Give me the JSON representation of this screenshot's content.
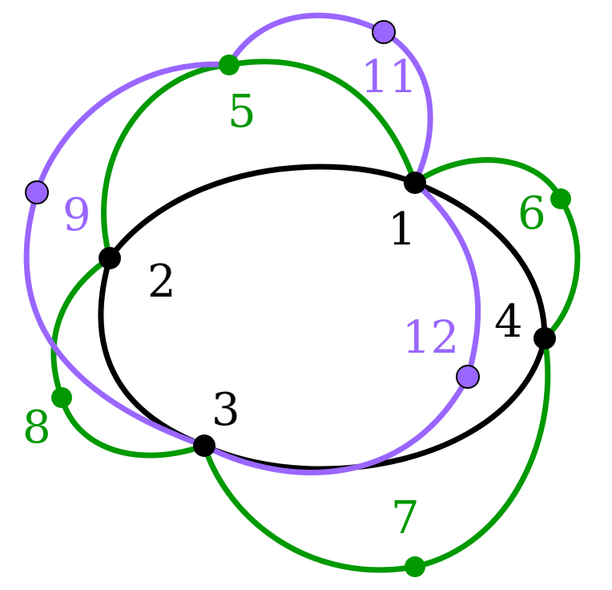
{
  "diagram": {
    "colors": {
      "black": "#000000",
      "green": "#009900",
      "purple": "#9966ff"
    },
    "nodes": [
      {
        "id": "1",
        "label": "1",
        "color": "black"
      },
      {
        "id": "2",
        "label": "2",
        "color": "black"
      },
      {
        "id": "3",
        "label": "3",
        "color": "black"
      },
      {
        "id": "4",
        "label": "4",
        "color": "black"
      },
      {
        "id": "5",
        "label": "5",
        "color": "green"
      },
      {
        "id": "6",
        "label": "6",
        "color": "green"
      },
      {
        "id": "7",
        "label": "7",
        "color": "green"
      },
      {
        "id": "8",
        "label": "8",
        "color": "green"
      },
      {
        "id": "9",
        "label": "9",
        "color": "purple"
      },
      {
        "id": "11",
        "label": "11",
        "color": "purple"
      },
      {
        "id": "12",
        "label": "12",
        "color": "purple"
      }
    ],
    "edges": [
      {
        "from": "1",
        "to": "4",
        "color": "black"
      },
      {
        "from": "4",
        "to": "3",
        "color": "black"
      },
      {
        "from": "3",
        "to": "2",
        "color": "black"
      },
      {
        "from": "2",
        "to": "1",
        "color": "black"
      },
      {
        "from": "2",
        "to": "5",
        "color": "green"
      },
      {
        "from": "5",
        "to": "1",
        "color": "green"
      },
      {
        "from": "1",
        "to": "6",
        "color": "green"
      },
      {
        "from": "6",
        "to": "4",
        "color": "green"
      },
      {
        "from": "4",
        "to": "7",
        "color": "green"
      },
      {
        "from": "7",
        "to": "3",
        "color": "green"
      },
      {
        "from": "3",
        "to": "8",
        "color": "green"
      },
      {
        "from": "8",
        "to": "2",
        "color": "green"
      },
      {
        "from": "1",
        "to": "11",
        "color": "purple"
      },
      {
        "from": "11",
        "to": "5",
        "color": "purple"
      },
      {
        "from": "5",
        "to": "9",
        "color": "purple"
      },
      {
        "from": "9",
        "to": "3",
        "color": "purple"
      },
      {
        "from": "3",
        "to": "12",
        "color": "purple"
      },
      {
        "from": "12",
        "to": "1",
        "color": "purple"
      }
    ]
  }
}
